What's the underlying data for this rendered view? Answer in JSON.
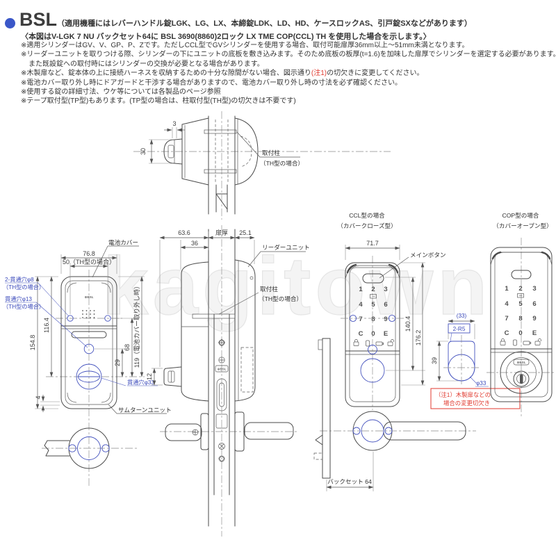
{
  "header": {
    "brand": "BSL",
    "brand_note": "（適用機種にはレバーハンドル錠LGK、LG、LX、本締錠LDK、LD、HD、ケースロックAS、引戸錠SXなどがあります）",
    "subtitle": "〈本図はV-LGK 7 NU バックセット64に BSL 3690(8860)2ロック LX TME COP(CCL) TH を使用した場合を示します。〉",
    "notes": {
      "n1": "※適用シリンダーはGV、V、GP、P、Zです。ただしCCL型でGVシリンダーを使用する場合、取付可能扉厚36mm以上～51mm未満となります。",
      "n2a": "※リーダーユニットを取りつける際、シリンダーの下にユニットの底板を敷き込みます。そのため底板の板厚(t=1.6)を加味した扉厚でシリンダーを選定する必要があります。",
      "n2b": "また既設錠への取付時にはシリンダーの交換が必要となる場合があります。",
      "n3_pre": "※木製扉など、錠本体の上に接続ハーネスを収納するための十分な隙間がない場合、図示通り",
      "n3_red": "(注1)",
      "n3_post": "の切欠きに変更してください。",
      "n4": "※電池カバー取り外し時にドアガードと干渉する場合がありますので、電池カバー取り外し時の寸法を必ず確認ください。",
      "n5": "※使用する錠の詳細寸法、ウケ等については各製品のページ参照",
      "n6": "※テープ取付型(TP型)もあります。(TP型の場合は、柱取付型(TH型)の切欠きは不要です)"
    }
  },
  "watermark": "kagitown",
  "device_logo": "⊕BSL",
  "top_view": {
    "dim_3": "3",
    "dim_30": "30",
    "post_label_1": "取付柱",
    "post_label_2": "（TH型の場合）"
  },
  "rear_view": {
    "battery_cover": "電池カバー",
    "dim_76_8": "76.8",
    "dim_50": "50（TH型の場合）",
    "hole8_1": "2-貫通穴φ8",
    "hole8_2": "（TH型の場合）",
    "hole13_1": "貫通穴φ13",
    "hole13_2": "（TH型の場合）",
    "dim_154_8": "154.8",
    "dim_116_4": "116.4",
    "dim_119": "119（電池カバー取り外し時）",
    "dim_68": "68",
    "dim_29": "29",
    "dim_4": "4",
    "hole33": "貫通穴φ33",
    "thumbturn": "サムターンユニット"
  },
  "side_view": {
    "dim_63_6": "63.6",
    "dim_36": "36",
    "door_thickness": "扉厚",
    "dim_25_1": "25.1",
    "reader_unit": "リーダーユニット",
    "post_label_1": "取付柱",
    "post_label_2": "（TH型の場合）",
    "dim_12": "12"
  },
  "ccl_view": {
    "title_1": "CCL型の場合",
    "title_2": "（カバークローズ型）",
    "dim_71_7": "71.7",
    "main_button": "メインボタン",
    "dim_140_4": "140.4",
    "dim_176_2": "176.2",
    "backset": "バックセット 64"
  },
  "cop_view": {
    "title_1": "COP型の場合",
    "title_2": "（カバーオープン型）"
  },
  "keypad": {
    "keys": [
      "1",
      "2",
      "3",
      "4",
      "5",
      "6",
      "7",
      "8",
      "9",
      "C",
      "0",
      "E"
    ]
  },
  "detail_view": {
    "dim_33": "(33)",
    "radius": "2-R5",
    "dim_39": "39",
    "dia_33": "φ33",
    "note_1": "（注1）木製扉などの",
    "note_2": "場合の変更切欠き"
  },
  "colors": {
    "accent_blue": "#4553be",
    "note_red": "#e03a2f",
    "bullet_blue": "#3a57c8"
  }
}
